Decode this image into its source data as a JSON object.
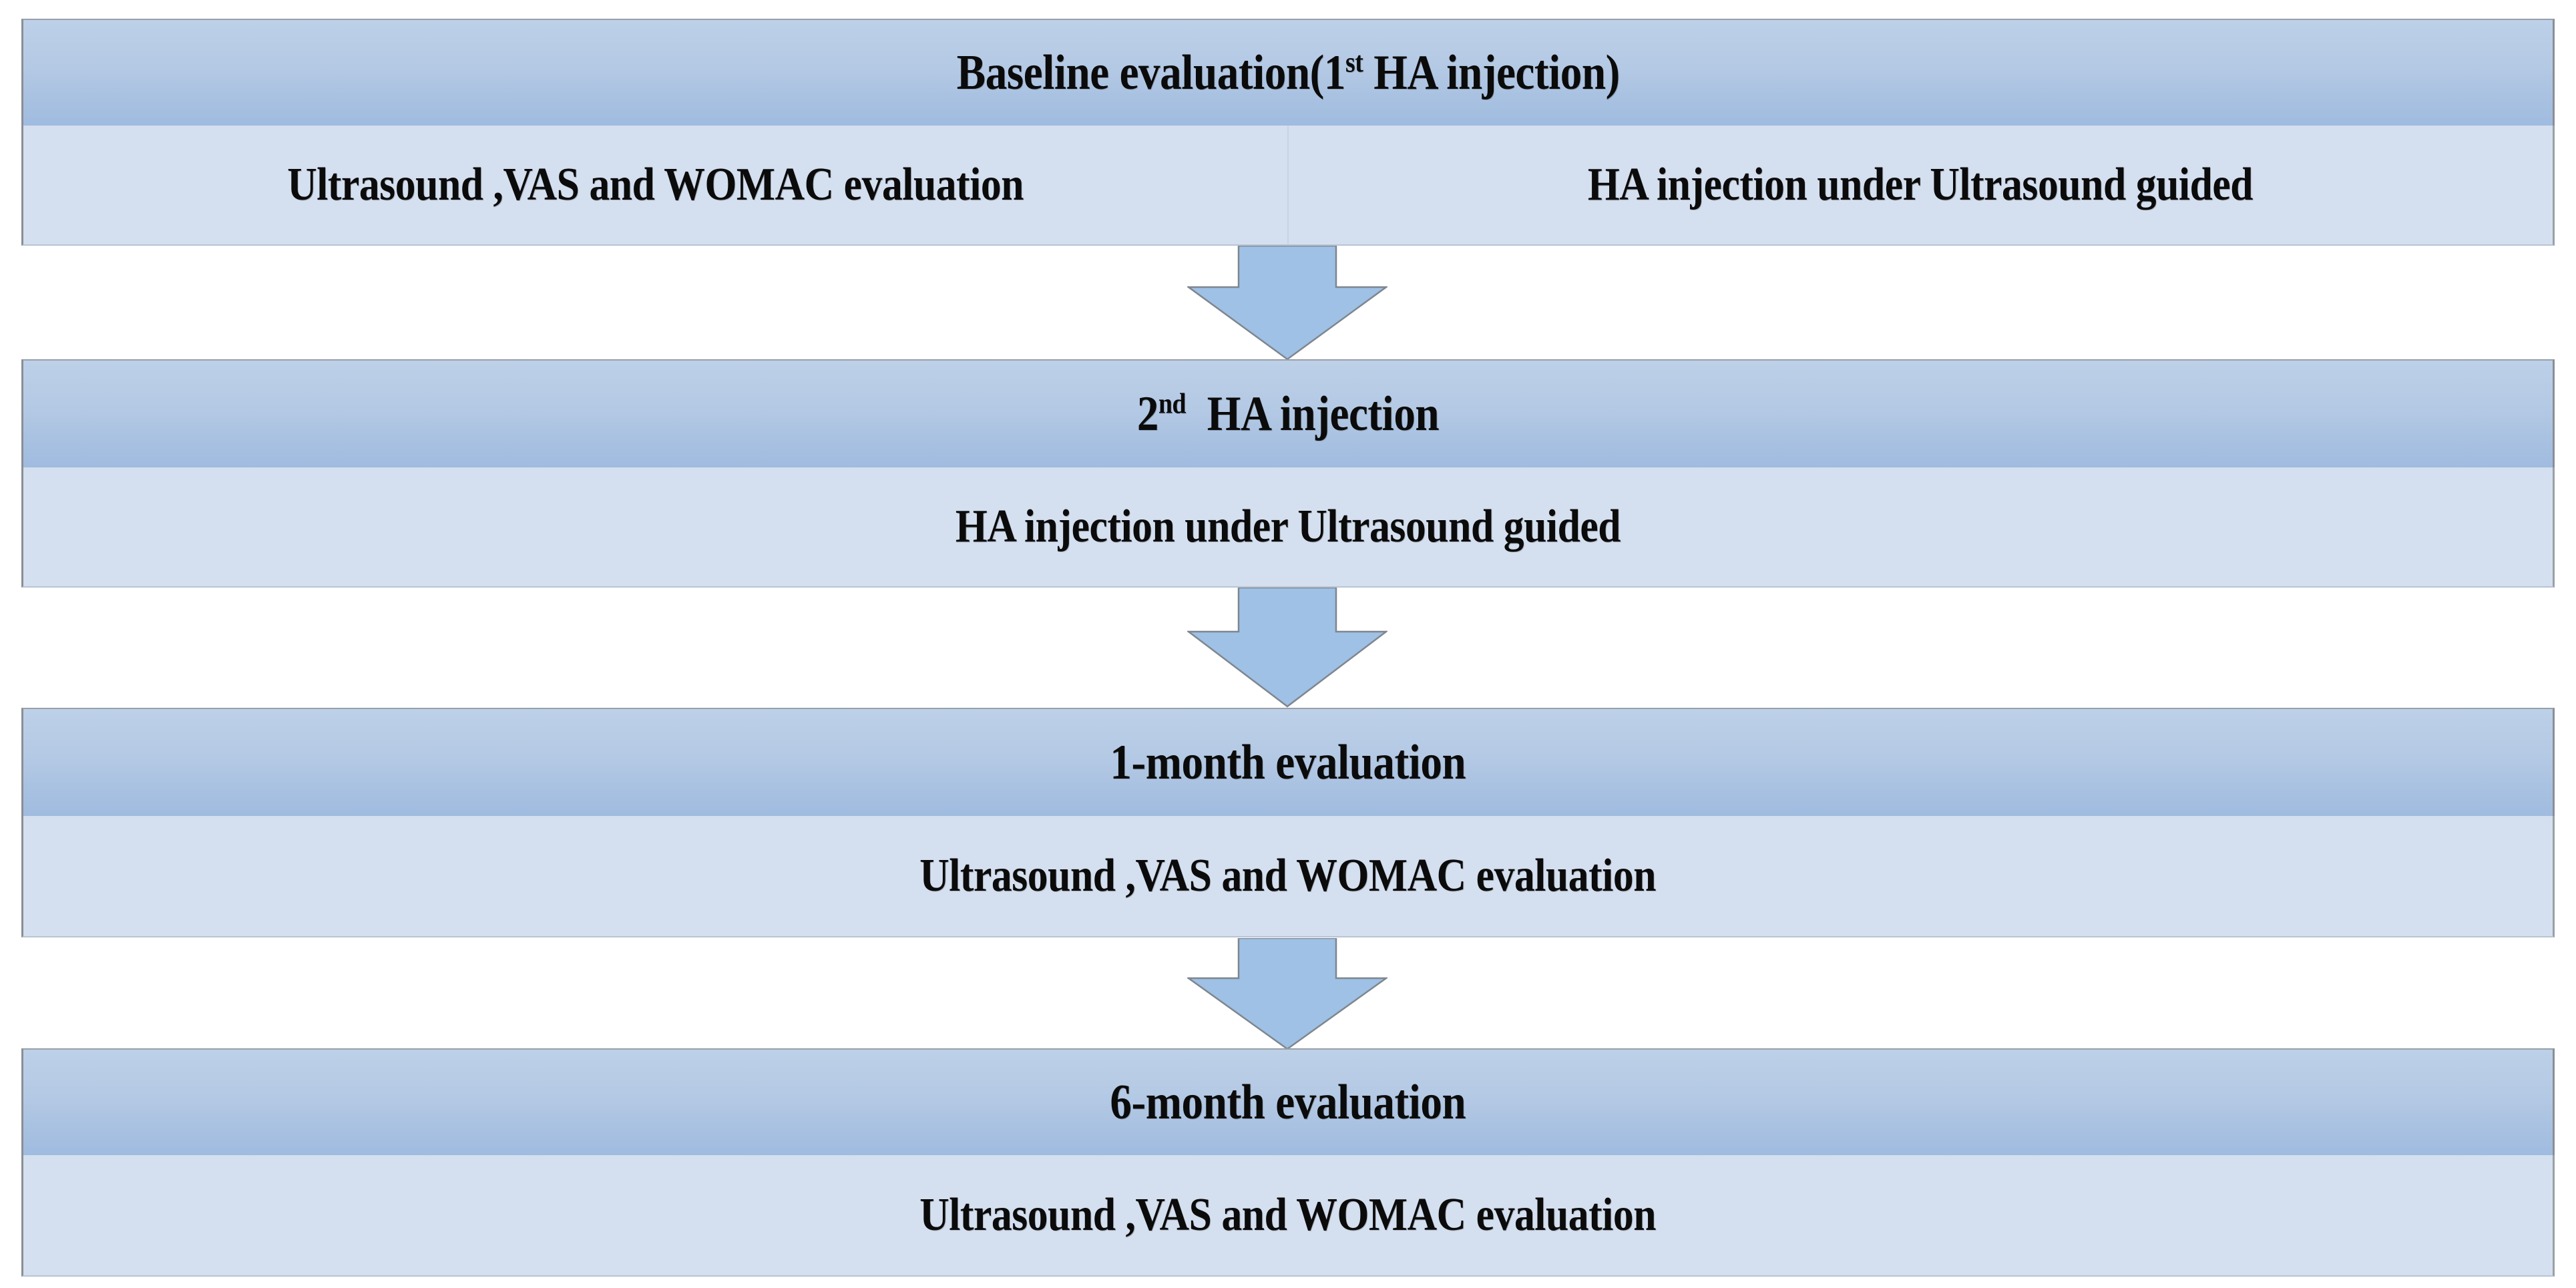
{
  "figure": {
    "kind": "study-protocol-flowchart",
    "orientation": "vertical",
    "colors": {
      "header_gradient_top": "#bdd0e8",
      "header_gradient_bottom": "#9fbbdf",
      "body_fill": "#d4dfef",
      "box_border": "#8a8f96",
      "arrow_fill": "#9ec1e5",
      "arrow_border": "#7f868f",
      "text": "#0b0b0b",
      "page_background": "#ffffff"
    }
  },
  "stages": [
    {
      "id": "baseline",
      "title_prefix": "Baseline evaluation(1",
      "title_sup": "st",
      "title_suffix": " HA injection)",
      "title_plain": "Baseline evaluation(1st HA injection)",
      "body_layout": "split",
      "body_cells": [
        "Ultrasound ,VAS and WOMAC evaluation",
        "HA injection under Ultrasound guided"
      ]
    },
    {
      "id": "second-injection",
      "title_prefix": "2",
      "title_sup": "nd",
      "title_suffix": "  HA injection",
      "title_plain": "2nd  HA injection",
      "body_layout": "single",
      "body_cells": [
        "HA injection under Ultrasound guided"
      ]
    },
    {
      "id": "one-month",
      "title_prefix": "1-month evaluation",
      "title_sup": "",
      "title_suffix": "",
      "title_plain": "1-month evaluation",
      "body_layout": "single",
      "body_cells": [
        "Ultrasound ,VAS and WOMAC evaluation"
      ]
    },
    {
      "id": "six-month",
      "title_prefix": "6-month evaluation",
      "title_sup": "",
      "title_suffix": "",
      "title_plain": "6-month evaluation",
      "body_layout": "single",
      "body_cells": [
        "Ultrasound ,VAS and WOMAC evaluation"
      ]
    }
  ],
  "connectors": [
    {
      "id": "arrow-baseline-to-second",
      "from": "baseline",
      "to": "second-injection",
      "direction": "down"
    },
    {
      "id": "arrow-second-to-one-month",
      "from": "second-injection",
      "to": "one-month",
      "direction": "down"
    },
    {
      "id": "arrow-one-month-to-six-month",
      "from": "one-month",
      "to": "six-month",
      "direction": "down"
    }
  ]
}
